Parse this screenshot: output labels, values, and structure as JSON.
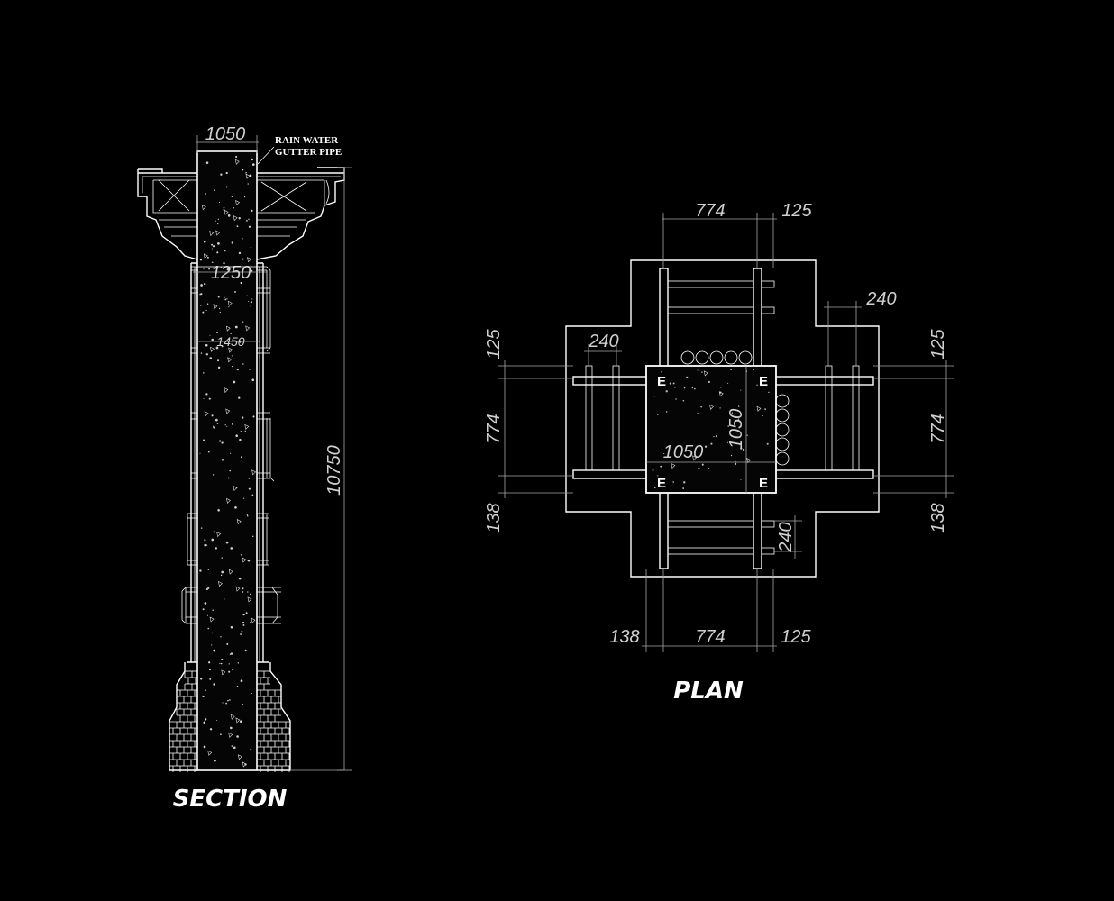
{
  "section": {
    "title": "SECTION",
    "note_line1": "RAIN WATER",
    "note_line2": "GUTTER PIPE",
    "dim_top_width": "1050",
    "dim_capital_width": "1250",
    "dim_shaft_width": "1450",
    "dim_total_height": "10750"
  },
  "plan": {
    "title": "PLAN",
    "dim_top_774": "774",
    "dim_top_125": "125",
    "dim_right_240": "240",
    "dim_left_240": "240",
    "dim_left_125": "125",
    "dim_left_774": "774",
    "dim_left_138": "138",
    "dim_right_125": "125",
    "dim_right_774": "774",
    "dim_right_138": "138",
    "dim_bottom_138": "138",
    "dim_bottom_774": "774",
    "dim_bottom_125": "125",
    "dim_lower_240": "240",
    "dim_core_width": "1050",
    "dim_core_height": "1050",
    "grid_labels": [
      "E",
      "E",
      "E",
      "E"
    ]
  }
}
